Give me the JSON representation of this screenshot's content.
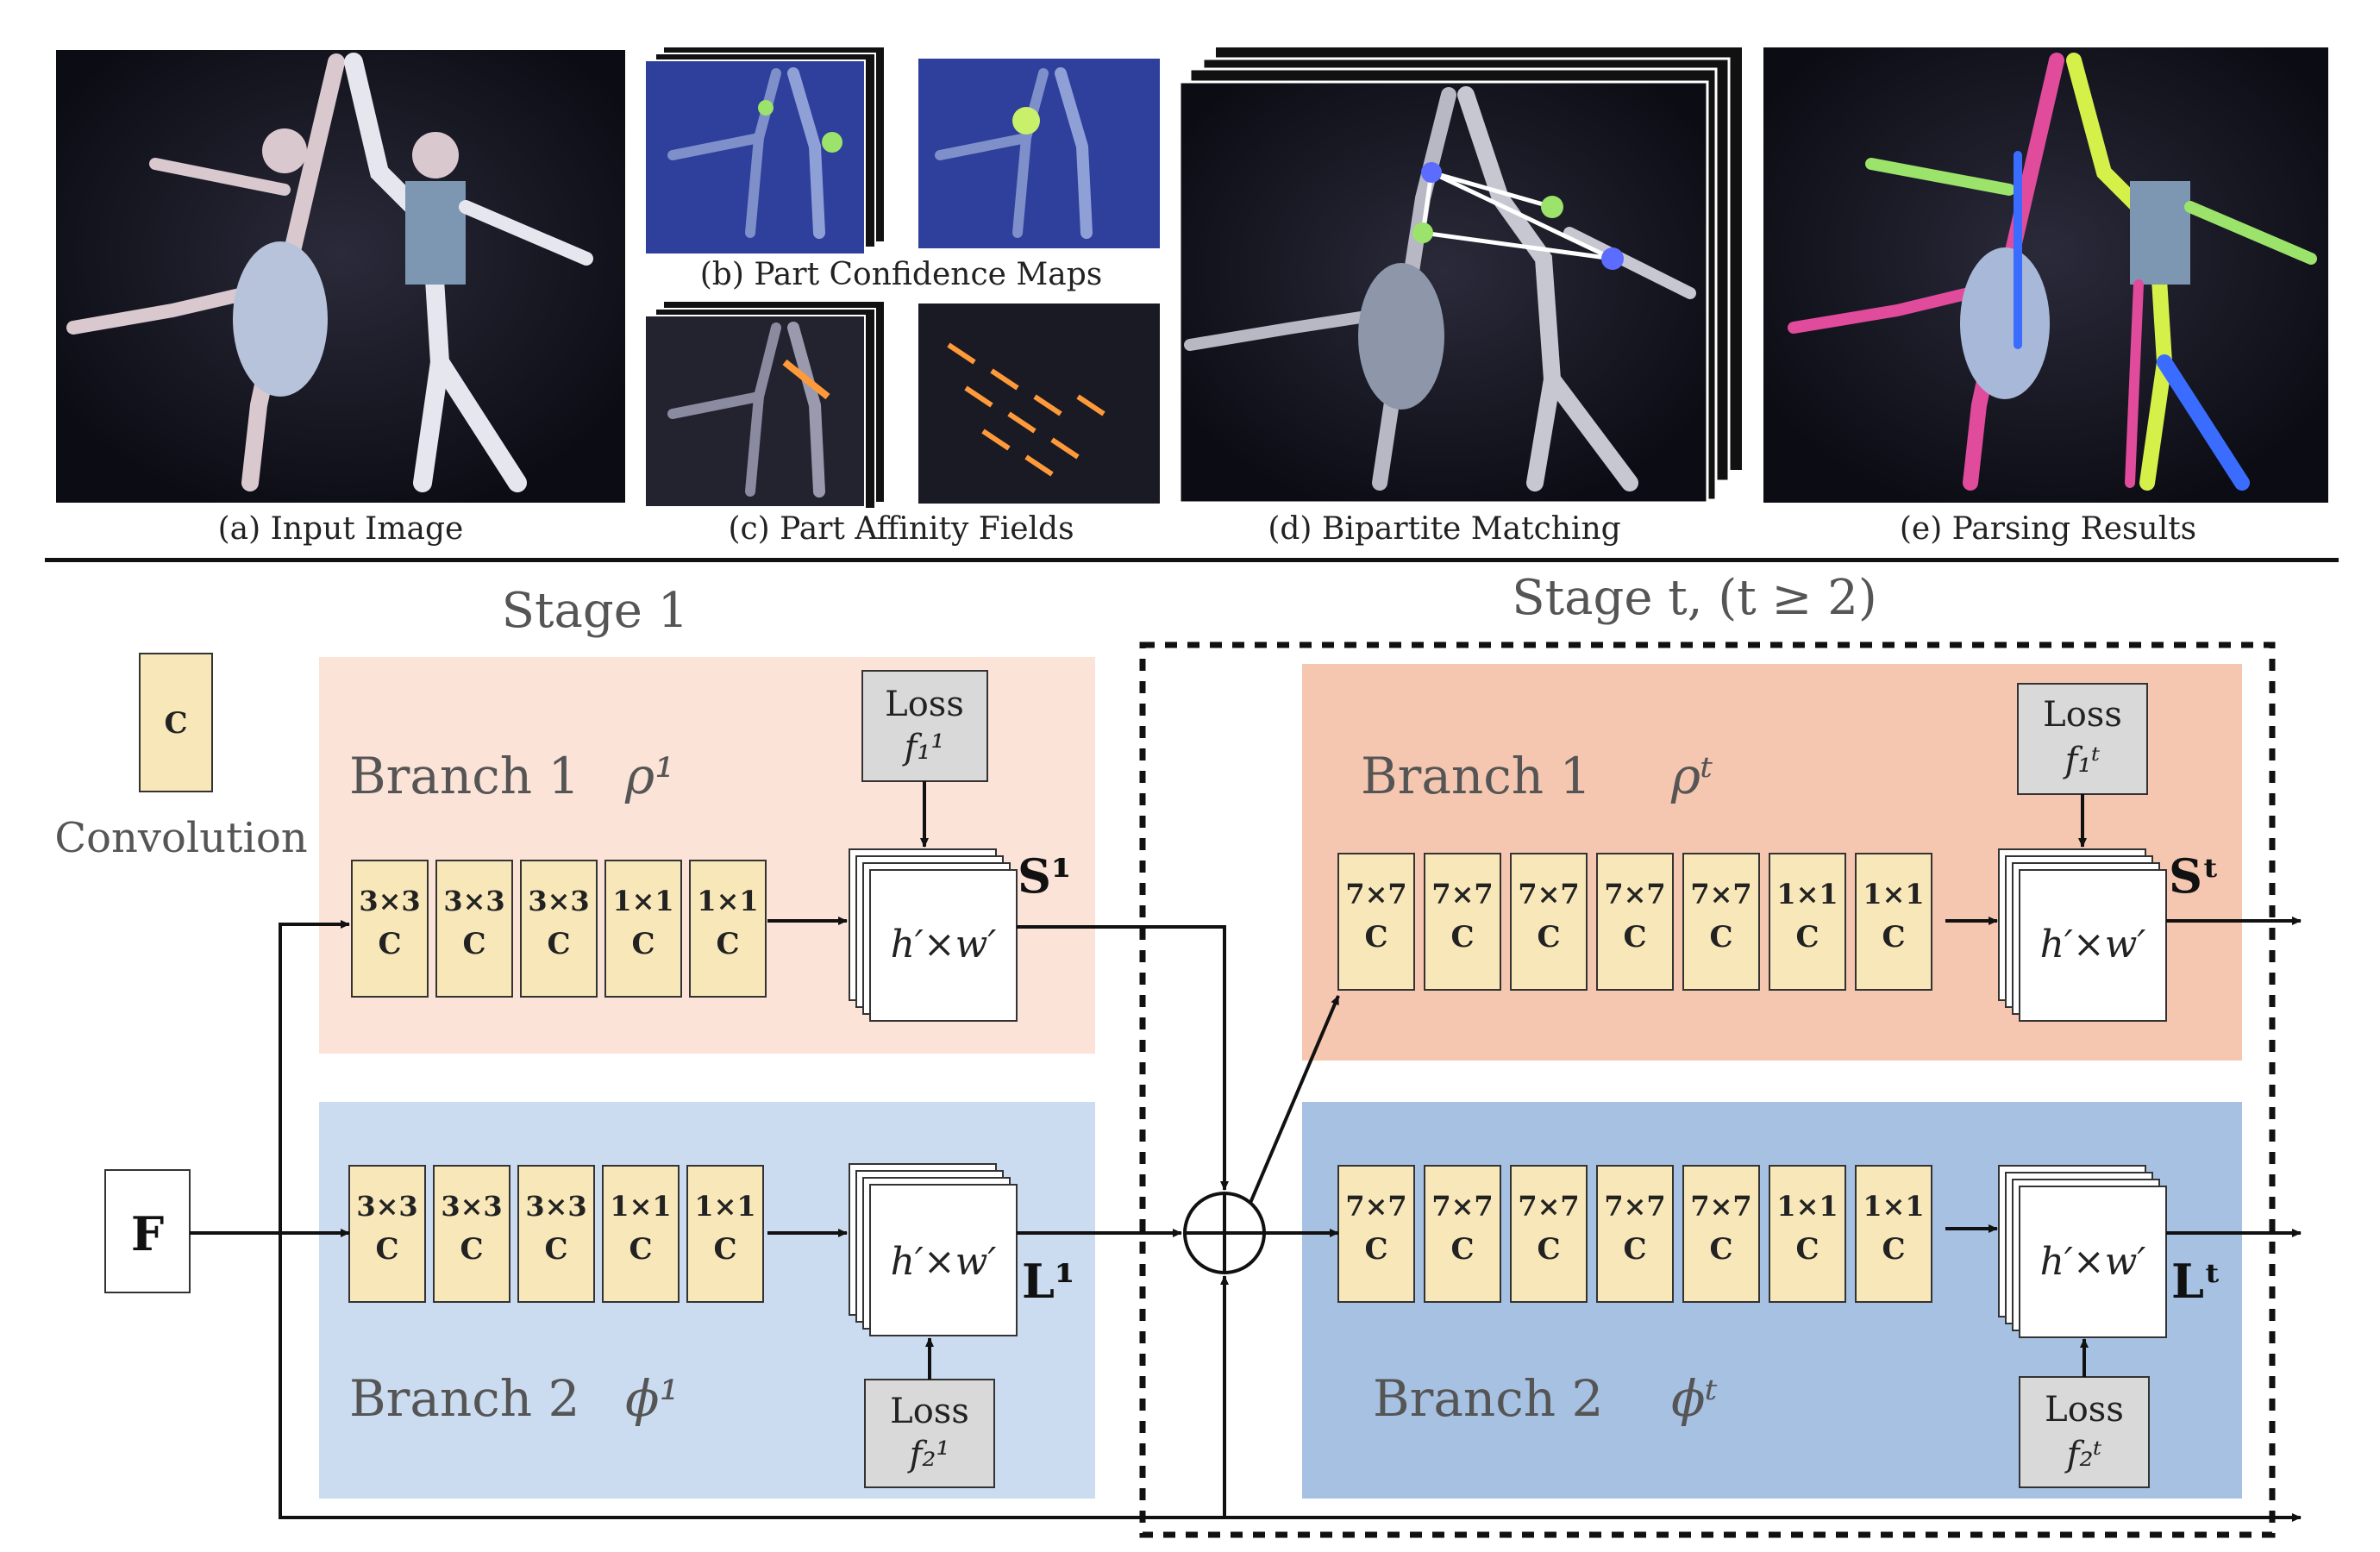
{
  "panels": {
    "a": {
      "caption": "(a) Input Image"
    },
    "b": {
      "caption": "(b) Part Confidence Maps"
    },
    "c": {
      "caption": "(c) Part Affinity Fields"
    },
    "d": {
      "caption": "(d) Bipartite Matching"
    },
    "e": {
      "caption": "(e) Parsing Results"
    }
  },
  "legend": {
    "conv_symbol": "C",
    "conv_label": "Convolution"
  },
  "input": {
    "label": "F"
  },
  "stage1": {
    "title": "Stage 1",
    "branch1": {
      "label": "Branch 1",
      "symbol": "ρ¹",
      "convs": [
        {
          "k": "3×3",
          "c": "C"
        },
        {
          "k": "3×3",
          "c": "C"
        },
        {
          "k": "3×3",
          "c": "C"
        },
        {
          "k": "1×1",
          "c": "C"
        },
        {
          "k": "1×1",
          "c": "C"
        }
      ],
      "output_box": "h′×w′",
      "loss": "Loss",
      "loss_fn": "f₁¹",
      "output": "S¹"
    },
    "branch2": {
      "label": "Branch 2",
      "symbol": "ϕ¹",
      "convs": [
        {
          "k": "3×3",
          "c": "C"
        },
        {
          "k": "3×3",
          "c": "C"
        },
        {
          "k": "3×3",
          "c": "C"
        },
        {
          "k": "1×1",
          "c": "C"
        },
        {
          "k": "1×1",
          "c": "C"
        }
      ],
      "output_box": "h′×w′",
      "loss": "Loss",
      "loss_fn": "f₂¹",
      "output": "L¹"
    }
  },
  "staget": {
    "title": "Stage t, (t ≥ 2)",
    "branch1": {
      "label": "Branch 1",
      "symbol": "ρᵗ",
      "convs": [
        {
          "k": "7×7",
          "c": "C"
        },
        {
          "k": "7×7",
          "c": "C"
        },
        {
          "k": "7×7",
          "c": "C"
        },
        {
          "k": "7×7",
          "c": "C"
        },
        {
          "k": "7×7",
          "c": "C"
        },
        {
          "k": "1×1",
          "c": "C"
        },
        {
          "k": "1×1",
          "c": "C"
        }
      ],
      "output_box": "h′×w′",
      "loss": "Loss",
      "loss_fn": "f₁ᵗ",
      "output": "Sᵗ"
    },
    "branch2": {
      "label": "Branch 2",
      "symbol": "ϕᵗ",
      "convs": [
        {
          "k": "7×7",
          "c": "C"
        },
        {
          "k": "7×7",
          "c": "C"
        },
        {
          "k": "7×7",
          "c": "C"
        },
        {
          "k": "7×7",
          "c": "C"
        },
        {
          "k": "7×7",
          "c": "C"
        },
        {
          "k": "1×1",
          "c": "C"
        },
        {
          "k": "1×1",
          "c": "C"
        }
      ],
      "output_box": "h′×w′",
      "loss": "Loss",
      "loss_fn": "f₂ᵗ",
      "output": "Lᵗ"
    }
  },
  "colors": {
    "branch1_stage1": "#fbe3d8",
    "branch2_stage1": "#cbdcf0",
    "branch1_staget": "#f5c7b0",
    "branch2_staget": "#a7c1e3",
    "conv_fill": "#f8e7b8",
    "loss_fill": "#d9d9d9",
    "photo_bg": "#14141f"
  }
}
